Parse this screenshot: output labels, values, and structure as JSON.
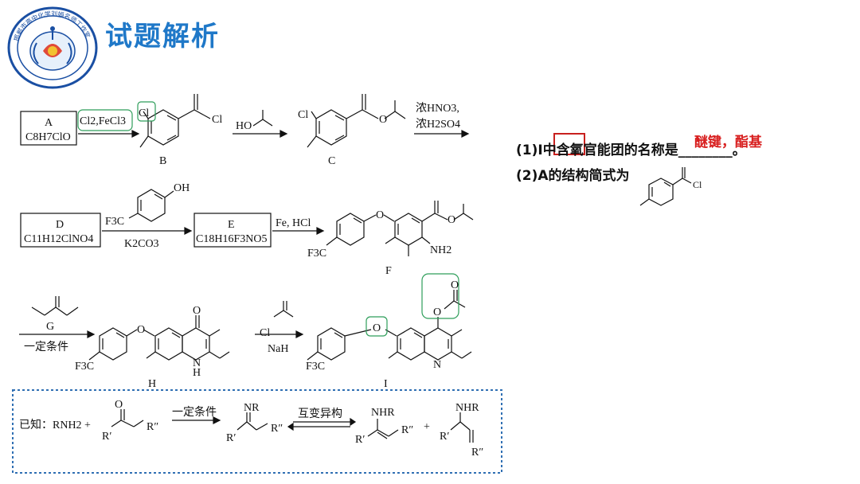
{
  "header": {
    "title": "试题解析",
    "logo_text": "邯郸市高中化学刘娟名师工作室"
  },
  "scheme": {
    "box_A_name": "A",
    "box_A_formula": "C8H7ClO",
    "step1_reagent": "Cl2,FeCl3",
    "cl_label": "Cl",
    "compound_B": "B",
    "step2_reagent": "HO",
    "compound_C": "C",
    "step3_reagent_1": "浓HNO3,",
    "step3_reagent_2": "浓H2SO4",
    "box_D_name": "D",
    "box_D_formula": "C11H12ClNO4",
    "step4_reagent_top": "OH",
    "step4_reagent_cf3": "F3C",
    "step4_base": "K2CO3",
    "box_E_name": "E",
    "box_E_formula": "C18H16F3NO5",
    "step5_reagent": "Fe, HCl",
    "compound_F": "F",
    "nh2_label": "NH2",
    "step6_reagent": "G",
    "step6_condition": "一定条件",
    "compound_H": "H",
    "nh_label": "N",
    "h_label": "H",
    "step7_reagent_cl": "Cl",
    "step7_base": "NaH",
    "compound_I": "I",
    "o_label": "O"
  },
  "known": {
    "prefix": "已知：RNH2 +",
    "condition": "一定条件",
    "equilibrium": "互变异构",
    "plus": "+",
    "nr": "NR",
    "nhr_1": "NHR",
    "nhr_2": "NHR",
    "r1": "R′",
    "r2": "R″"
  },
  "questions": {
    "q1": "(1)I中含氧官能团的名称是________。",
    "q1_answer": "醚键，酯基",
    "q2": "(2)A的结构简式为",
    "q2_cl": "Cl"
  },
  "colors": {
    "title": "#1f78c8",
    "answer": "#d81e1e",
    "highlight_green": "#2e9e5a",
    "highlight_red": "#c8201e",
    "dashed_box": "#2f6fb3"
  }
}
